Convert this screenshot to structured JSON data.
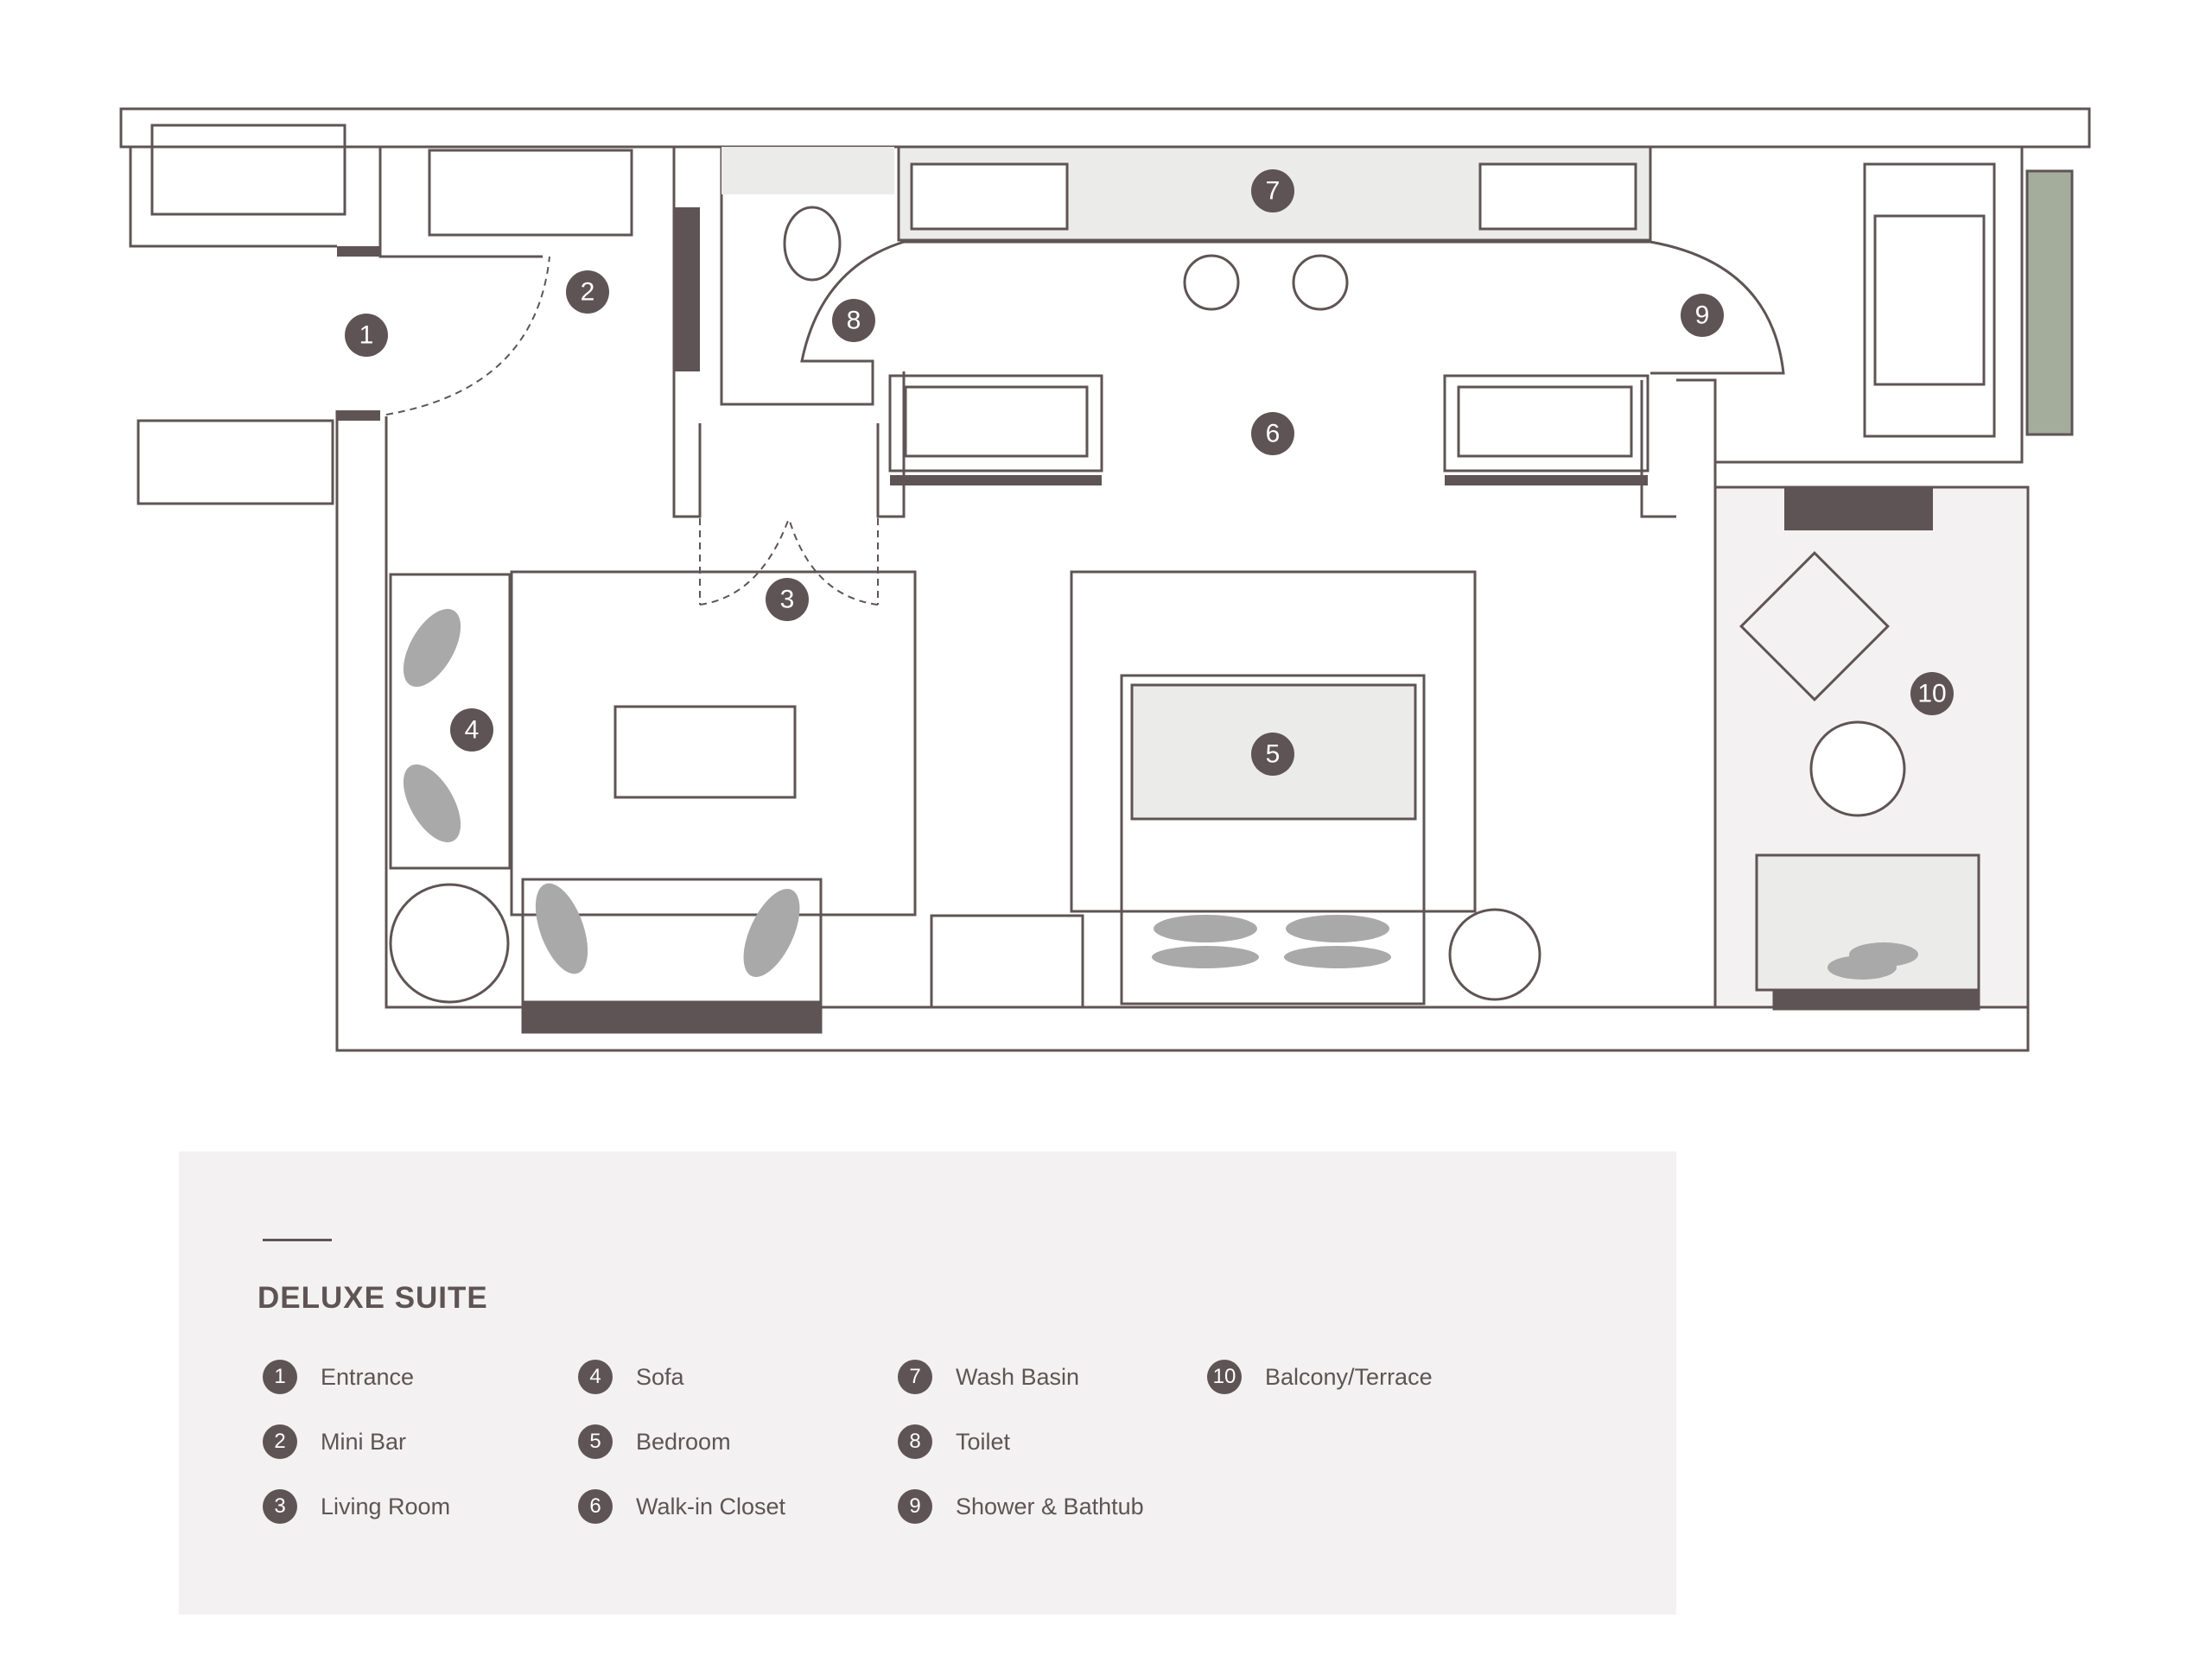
{
  "colors": {
    "wall": "#5f5455",
    "marker": "#5f5455",
    "fixture_fill": "#ebebea",
    "cushion": "#a9a9a9",
    "planter": "#a4ad9c",
    "balcony_floor": "#f3f1f1",
    "legend_bg": "#f3f1f1"
  },
  "plan_markers": [
    {
      "num": "1"
    },
    {
      "num": "2"
    },
    {
      "num": "3"
    },
    {
      "num": "4"
    },
    {
      "num": "5"
    },
    {
      "num": "6"
    },
    {
      "num": "7"
    },
    {
      "num": "8"
    },
    {
      "num": "9"
    },
    {
      "num": "10"
    }
  ],
  "legend": {
    "title": "DELUXE SUITE",
    "items": [
      {
        "num": "1",
        "label": "Entrance"
      },
      {
        "num": "2",
        "label": "Mini Bar"
      },
      {
        "num": "3",
        "label": "Living Room"
      },
      {
        "num": "4",
        "label": "Sofa"
      },
      {
        "num": "5",
        "label": "Bedroom"
      },
      {
        "num": "6",
        "label": "Walk-in Closet"
      },
      {
        "num": "7",
        "label": "Wash Basin"
      },
      {
        "num": "8",
        "label": "Toilet"
      },
      {
        "num": "9",
        "label": "Shower & Bathtub"
      },
      {
        "num": "10",
        "label": "Balcony/Terrace"
      }
    ]
  }
}
